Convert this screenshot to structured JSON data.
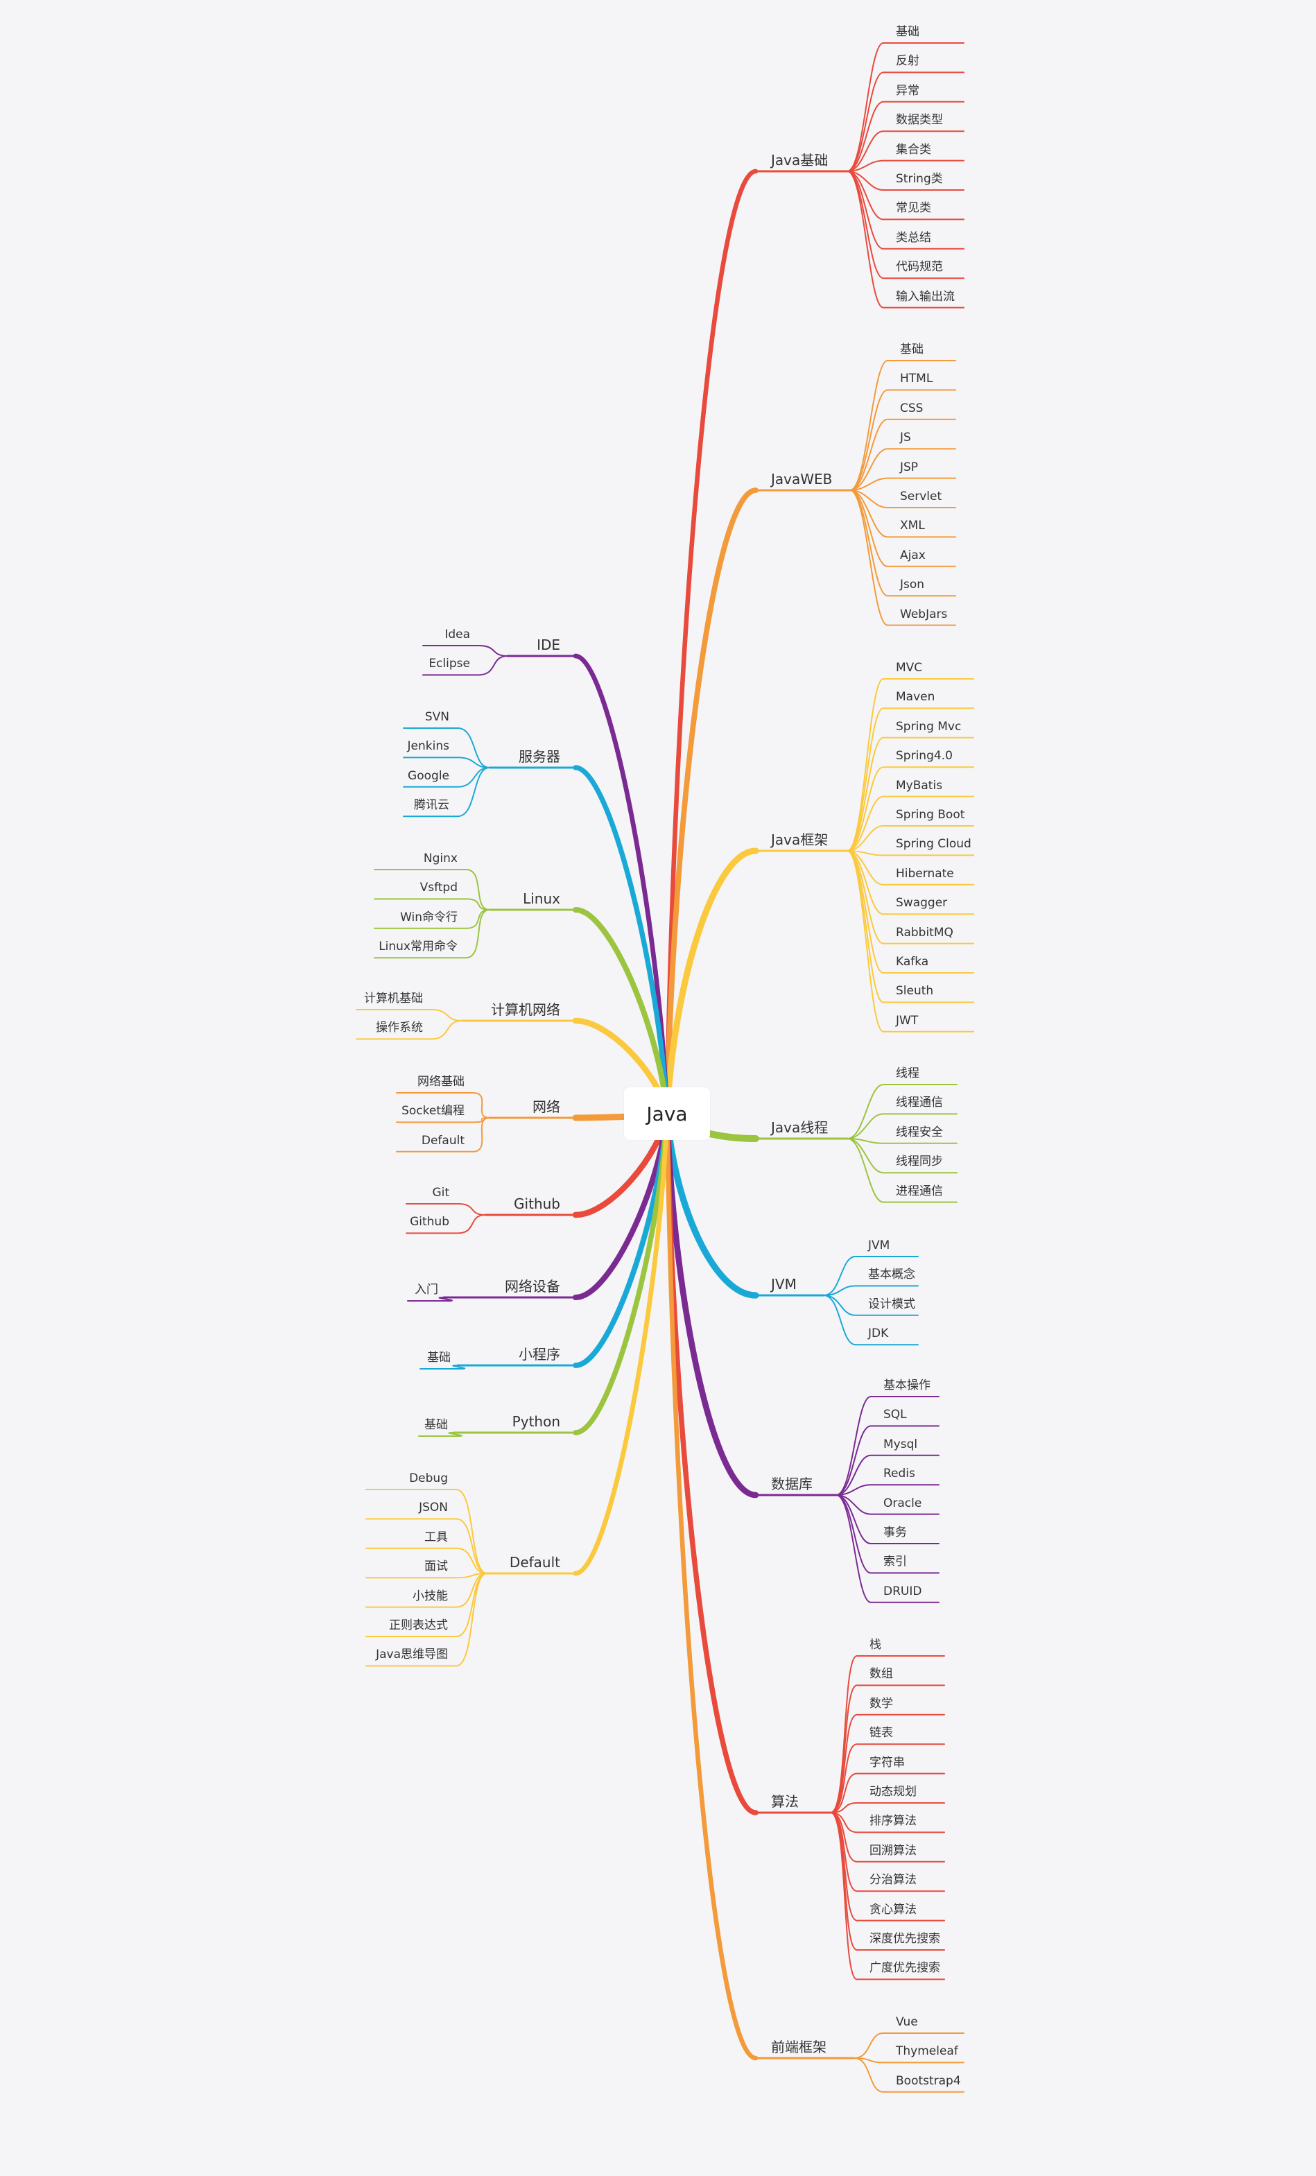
{
  "root": {
    "label": "Java"
  },
  "colors": {
    "red": "#e84a3c",
    "orange": "#f39a3a",
    "yellow": "#fbc93d",
    "green": "#9bc43f",
    "blue": "#1aa9d6",
    "purple": "#7b2a92"
  },
  "right_branches": [
    {
      "label": "Java基础",
      "color": "red",
      "children": [
        "基础",
        "反射",
        "异常",
        "数据类型",
        "集合类",
        "String类",
        "常见类",
        "类总结",
        "代码规范",
        "输入输出流"
      ]
    },
    {
      "label": "JavaWEB",
      "color": "orange",
      "children": [
        "基础",
        "HTML",
        "CSS",
        "JS",
        "JSP",
        "Servlet",
        "XML",
        "Ajax",
        "Json",
        "WebJars"
      ]
    },
    {
      "label": "Java框架",
      "color": "yellow",
      "children": [
        "MVC",
        "Maven",
        "Spring Mvc",
        "Spring4.0",
        "MyBatis",
        "Spring Boot",
        "Spring Cloud",
        "Hibernate",
        "Swagger",
        "RabbitMQ",
        "Kafka",
        "Sleuth",
        "JWT"
      ]
    },
    {
      "label": "Java线程",
      "color": "green",
      "children": [
        "线程",
        "线程通信",
        "线程安全",
        "线程同步",
        "进程通信"
      ]
    },
    {
      "label": "JVM",
      "color": "blue",
      "children": [
        "JVM",
        "基本概念",
        "设计模式",
        "JDK"
      ]
    },
    {
      "label": "数据库",
      "color": "purple",
      "children": [
        "基本操作",
        "SQL",
        "Mysql",
        "Redis",
        "Oracle",
        "事务",
        "索引",
        "DRUID"
      ]
    },
    {
      "label": "算法",
      "color": "red",
      "children": [
        "栈",
        "数组",
        "数学",
        "链表",
        "字符串",
        "动态规划",
        "排序算法",
        "回溯算法",
        "分治算法",
        "贪心算法",
        "深度优先搜索",
        "广度优先搜索"
      ]
    },
    {
      "label": "前端框架",
      "color": "orange",
      "children": [
        "Vue",
        "Thymeleaf",
        "Bootstrap4"
      ]
    }
  ],
  "left_branches": [
    {
      "label": "IDE",
      "color": "purple",
      "children": [
        "Idea",
        "Eclipse"
      ]
    },
    {
      "label": "服务器",
      "color": "blue",
      "children": [
        "SVN",
        "Jenkins",
        "Google",
        "腾讯云"
      ]
    },
    {
      "label": "Linux",
      "color": "green",
      "children": [
        "Nginx",
        "Vsftpd",
        "Win命令行",
        "Linux常用命令"
      ]
    },
    {
      "label": "计算机网络",
      "color": "yellow",
      "children": [
        "计算机基础",
        "操作系统"
      ]
    },
    {
      "label": "网络",
      "color": "orange",
      "children": [
        "网络基础",
        "Socket编程",
        "Default"
      ]
    },
    {
      "label": "Github",
      "color": "red",
      "children": [
        "Git",
        "Github"
      ]
    },
    {
      "label": "网络设备",
      "color": "purple",
      "children": [
        "入门"
      ]
    },
    {
      "label": "小程序",
      "color": "blue",
      "children": [
        "基础"
      ]
    },
    {
      "label": "Python",
      "color": "green",
      "children": [
        "基础"
      ]
    },
    {
      "label": "Default",
      "color": "yellow",
      "children": [
        "Debug",
        "JSON",
        "工具",
        "面试",
        "小技能",
        "正则表达式",
        "Java思维导图"
      ]
    }
  ]
}
